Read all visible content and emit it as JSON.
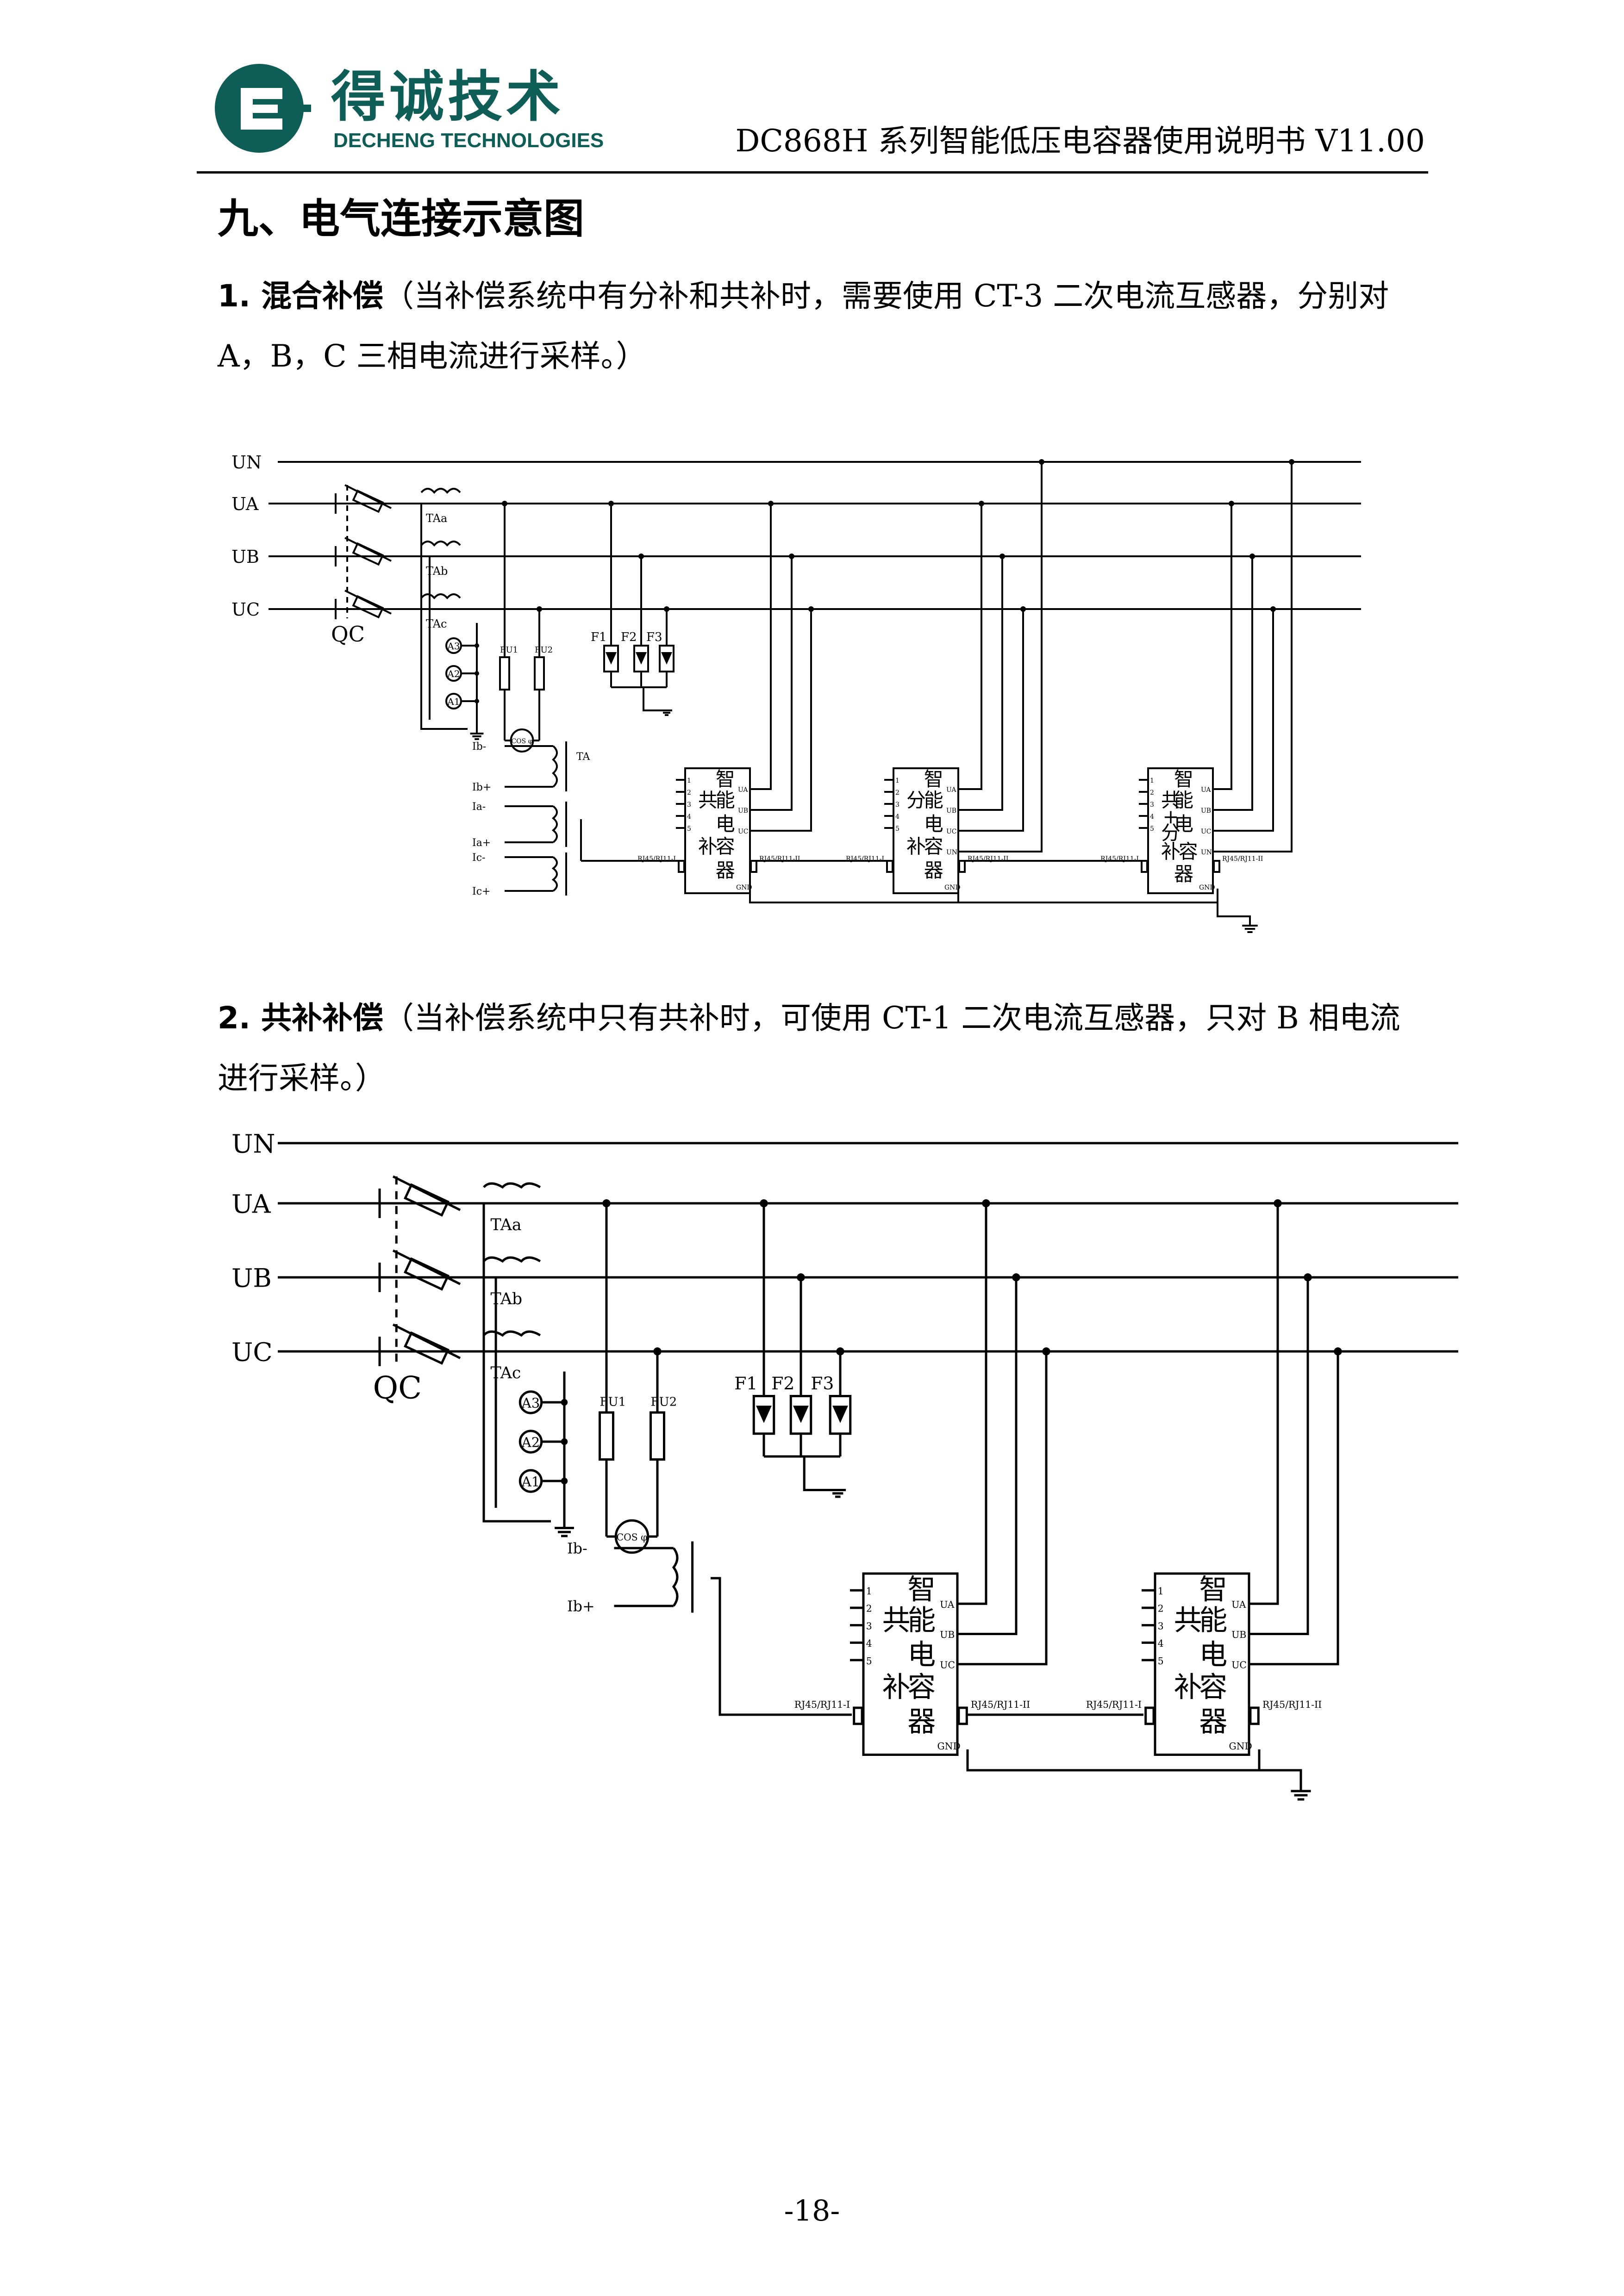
{
  "header": {
    "brand_cn": "得诚技术",
    "brand_en": "DECHENG TECHNOLOGIES",
    "doc_title": "DC868H 系列智能低压电容器使用说明书 V11.00"
  },
  "section": {
    "title": "九、电气连接示意图"
  },
  "part1": {
    "num_title": "1.  混合补偿",
    "text": "（当补偿系统中有分补和共补时，需要使用 CT-3 二次电流互感器，分别对 A，B，C 三相电流进行采样。）"
  },
  "part2": {
    "num_title": "2.  共补补偿",
    "text": "（当补偿系统中只有共补时，可使用 CT-1 二次电流互感器，只对 B 相电流进行采样。）"
  },
  "diagram": {
    "bus": [
      "UN",
      "UA",
      "UB",
      "UC"
    ],
    "qc": "QC",
    "ct": [
      "TAa",
      "TAb",
      "TAc"
    ],
    "ammeters": [
      "A3",
      "A2",
      "A1"
    ],
    "fuses": [
      "FU1",
      "FU2"
    ],
    "arresters": [
      "F1",
      "F2",
      "F3"
    ],
    "cos": "COS φ",
    "ta": "TA",
    "ct3_terms": [
      "Ib-",
      "Ib+",
      "Ia-",
      "Ia+",
      "Ic-",
      "Ic+"
    ],
    "ct1_terms": [
      "Ib-",
      "Ib+"
    ],
    "cap_terms": [
      "UA",
      "UB",
      "UC",
      "UN",
      "GND"
    ],
    "port_in": "RJ45/RJ11-I",
    "port_out": "RJ45/RJ11-II",
    "pins": [
      "1",
      "2",
      "3",
      "4",
      "5"
    ],
    "cap_common": [
      "智",
      "能",
      "共",
      "电",
      "补",
      "容",
      "器"
    ],
    "cap_split": [
      "智",
      "能",
      "分",
      "电",
      "补",
      "容",
      "器"
    ],
    "cap_mixed": [
      "智",
      "能",
      "共",
      "+",
      "分",
      "电",
      "补",
      "容",
      "器"
    ]
  },
  "footer": {
    "page": "-18-"
  }
}
